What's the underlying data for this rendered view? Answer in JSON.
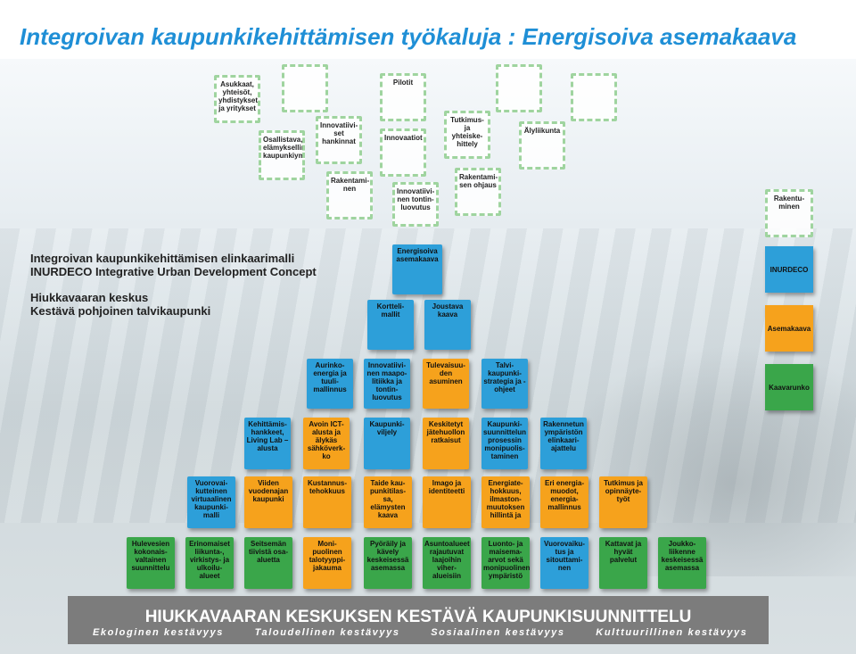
{
  "title": "Integroivan kaupunkikehittämisen työkaluja : Energisoiva asemakaava",
  "intro": {
    "line1": "Integroivan kaupunkikehittämisen elinkaarimalli",
    "line2": "INURDECO Integrative Urban Development Concept",
    "line3": "Hiukkavaaran keskus",
    "line4": "Kestävä pohjoinen talvikaupunki"
  },
  "dashed": {
    "asukkaat": "Asukkaat, yhteisöt, yhdistykset ja yritykset",
    "osallistava": "Osallistava, elämyksellinen kaupunkiympäristö",
    "innovatiiviset_hankinnat": "Innovatiivi-set hankinnat",
    "rakentaminen1": "Rakentami-nen",
    "pilotit": "Pilotit",
    "innovaatiot": "Innovaatiot",
    "innovatiivinen_tontinluovutus": "Innovatiivi-nen tontin-luovutus",
    "tutkimus": "Tutkimus- ja yhteiske-hittely",
    "rakentamisen_ohjaus": "Rakentami-sen ohjaus",
    "alyliikunta": "Älyliikunta",
    "rakentuminen": "Rakentu-minen"
  },
  "pyramid": {
    "row1": [
      "Energisoiva asemakaava"
    ],
    "row2": [
      "Kortteli-mallit",
      "Joustava kaava"
    ],
    "row3": [
      "Aurinko-energia ja tuuli-mallinnus",
      "Innovatiivi-nen maapo-litiikka ja tontin-luovutus",
      "Tulevaisuu-den asuminen",
      "Talvi-kaupunki-strategia ja -ohjeet"
    ],
    "row4": [
      "Kehittämis-hankkeet, Living Lab – alusta",
      "Avoin ICT-alusta ja älykäs sähköverk-ko",
      "Kaupunki-viljely",
      "Keskitetyt jätehuollon ratkaisut",
      "Kaupunki-suunnittelun prosessin monipuolis-taminen",
      "Rakennetun ympäristön elinkaari-ajattelu"
    ],
    "row5": [
      "Vuorovai-kutteinen virtuaalinen kaupunki-malli",
      "Viiden vuodenajan kaupunki",
      "Kustannus-tehokkuus",
      "Taide kau-punkitilas-sa, elämysten kaava",
      "Imago ja identiteetti",
      "Energiate-hokkuus, ilmaston-muutoksen hillintä ja",
      "Eri energia-muodot, energia-mallinnus",
      "Tutkimus ja opinnäyte-työt"
    ],
    "row6": [
      "Hulevesien kokonais-valtainen suunnittelu",
      "Erinomaiset liikunta-, virkistys- ja ulkoilu-alueet",
      "Seitsemän tiivistä osa-aluetta",
      "Moni-puolinen talotyyppi-jakauma",
      "Pyöräily ja kävely keskeisessä asemassa",
      "Asuntoalueet rajautuvat laajoihin viher-alueisiin",
      "Luonto- ja maisema-arvot sekä monipuolinen ympäristö",
      "Vuorovaiku-tus ja sitouttami-nen",
      "Kattavat ja hyvät palvelut",
      "Joukko-liikenne keskeisessä asemassa"
    ]
  },
  "legend": {
    "inurdeco": "INURDECO",
    "asemakaava": "Asemakaava",
    "kaavarunko": "Kaavarunko"
  },
  "banner": {
    "main": "HIUKKAVAARAN KESKUKSEN KESTÄVÄ KAUPUNKISUUNNITTELU",
    "sub1": "Ekologinen kestävyys",
    "sub2": "Taloudellinen kestävyys",
    "sub3": "Sosiaalinen kestävyys",
    "sub4": "Kulttuurillinen kestävyys"
  },
  "colors": {
    "title": "#1f8fd6",
    "inurdeco": "#2d9fd9",
    "asemakaava": "#f6a21c",
    "kaavarunko": "#3aa64a",
    "dashed_border": "#9fd49f",
    "banner": "#7c7c7c"
  }
}
